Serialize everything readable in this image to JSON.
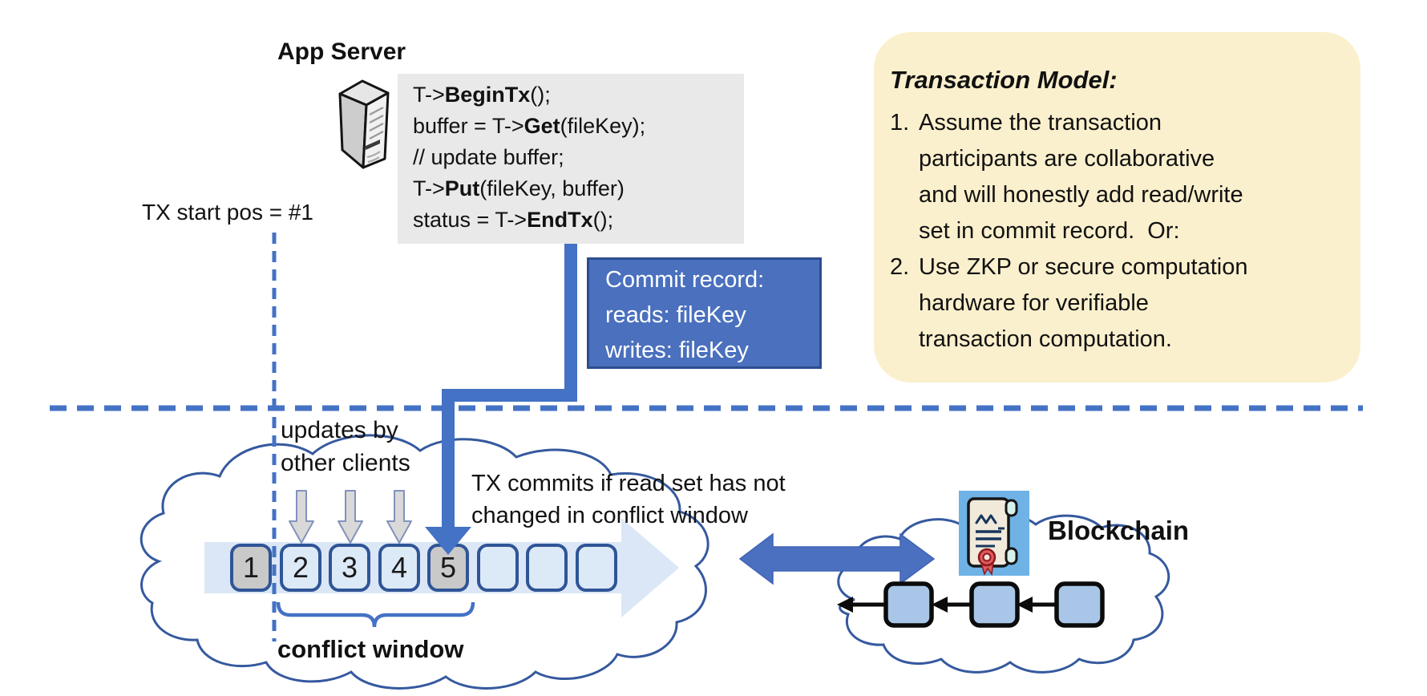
{
  "colors": {
    "accent_blue": "#4472C4",
    "commit_box_bg": "#4A70BE",
    "commit_box_border": "#2C4D8E",
    "model_box_bg": "#FBF0CD",
    "code_bg": "#E9E9E9",
    "slot_filled": "#C9C9C9",
    "slot_open": "#DCE9F7",
    "timeline_band": "#DBE7F6",
    "cloud_stroke": "#35599E",
    "chain_block_fill": "#A9C6E8",
    "gray_arrow_fill": "#D9D9D9",
    "contract_icon_bg": "#6FB2E5",
    "seal_red": "#DE5A5E"
  },
  "app_server": {
    "title": "App Server"
  },
  "code_block": {
    "lines": [
      [
        {
          "text": "T->",
          "bold": false
        },
        {
          "text": "BeginTx",
          "bold": true
        },
        {
          "text": "();",
          "bold": false
        }
      ],
      [
        {
          "text": "buffer = T->",
          "bold": false
        },
        {
          "text": "Get",
          "bold": true
        },
        {
          "text": "(fileKey);",
          "bold": false
        }
      ],
      [
        {
          "text": "// update buffer;",
          "bold": false
        }
      ],
      [
        {
          "text": "T->",
          "bold": false
        },
        {
          "text": "Put",
          "bold": true
        },
        {
          "text": "(fileKey, buffer)",
          "bold": false
        }
      ],
      [
        {
          "text": "status = T->",
          "bold": false
        },
        {
          "text": "EndTx",
          "bold": true
        },
        {
          "text": "();",
          "bold": false
        }
      ]
    ]
  },
  "commit_record": {
    "lines": [
      "Commit record:",
      "reads: fileKey",
      "writes: fileKey"
    ]
  },
  "transaction_model": {
    "title": "Transaction Model:",
    "items": [
      [
        "Assume the transaction",
        "participants are collaborative",
        "and will honestly add read/write",
        "set in commit record.  Or:"
      ],
      [
        "Use ZKP or secure computation",
        "hardware for verifiable",
        "transaction computation."
      ]
    ]
  },
  "labels": {
    "tx_start": "TX start pos = #1",
    "updates_by": [
      "updates by",
      "other clients"
    ],
    "tx_commits": [
      "TX commits if read set has not",
      "changed in conflict window"
    ],
    "conflict_window": "conflict window",
    "blockchain": "Blockchain"
  },
  "timeline": {
    "slots": [
      {
        "label": "1",
        "filled": true
      },
      {
        "label": "2",
        "filled": false
      },
      {
        "label": "3",
        "filled": false
      },
      {
        "label": "4",
        "filled": false
      },
      {
        "label": "5",
        "filled": true
      },
      {
        "label": "",
        "filled": false
      },
      {
        "label": "",
        "filled": false
      },
      {
        "label": "",
        "filled": false
      }
    ]
  }
}
